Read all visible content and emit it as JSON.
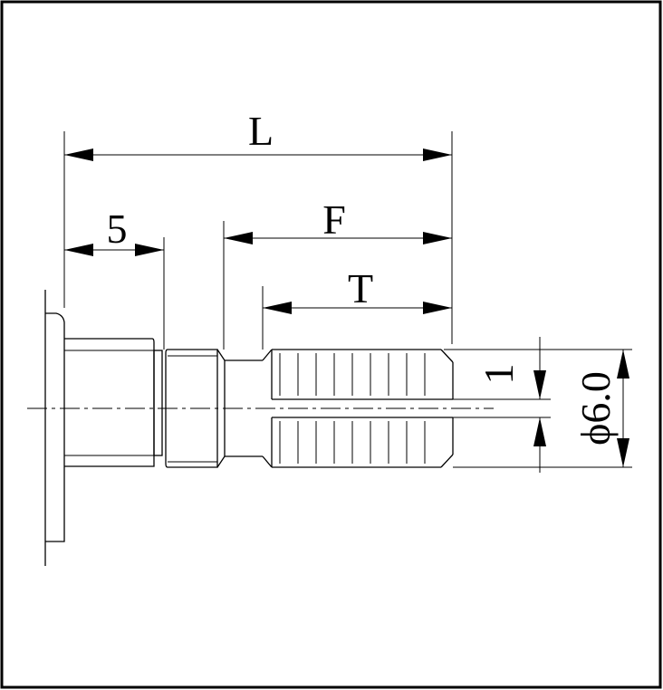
{
  "dimensions": {
    "overall_length": "L",
    "first_section": "5",
    "shank_length": "F",
    "knurl_length": "T",
    "slot_width": "1",
    "diameter": "ϕ6.0"
  }
}
